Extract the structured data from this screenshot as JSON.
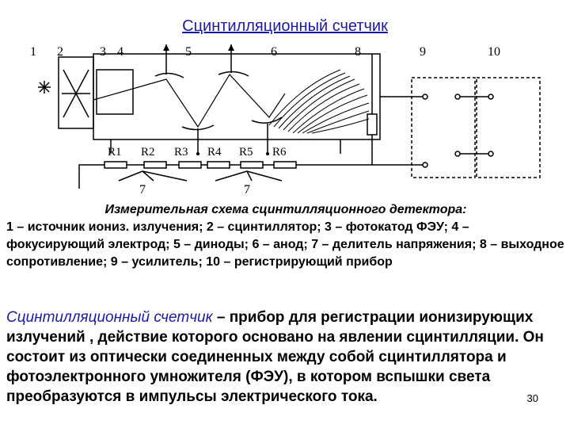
{
  "title": "Сцинтилляционный счетчик",
  "diagram": {
    "labels": [
      "1",
      "2",
      "3",
      "4",
      "5",
      "6",
      "8",
      "9",
      "10"
    ],
    "resistors": [
      "R1",
      "R2",
      "R3",
      "R4",
      "R5",
      "R6"
    ],
    "divider_label": "7"
  },
  "caption": {
    "title": "Измерительная схема сцинтилляционного детектора:",
    "text": "1 – источник иониз. излучения; 2 – сцинтиллятор; 3 – фотокатод ФЭУ; 4 – фокусирующий электрод; 5 – диноды; 6 – анод; 7 – делитель напряжения; 8 – выходное сопротивление; 9 – усилитель; 10 – регистрирующий прибор"
  },
  "body": {
    "lead": "Сцинтилляционный счетчик",
    "text": " – прибор для регистрации ионизирующих излучений , действие которого основано на явлении сцинтилляции. Он состоит из оптически соединенных между собой сцинтиллятора и фотоэлектронного умножителя (ФЭУ), в котором вспышки света преобразуются в импульсы электрического тока."
  },
  "page_number": "30"
}
